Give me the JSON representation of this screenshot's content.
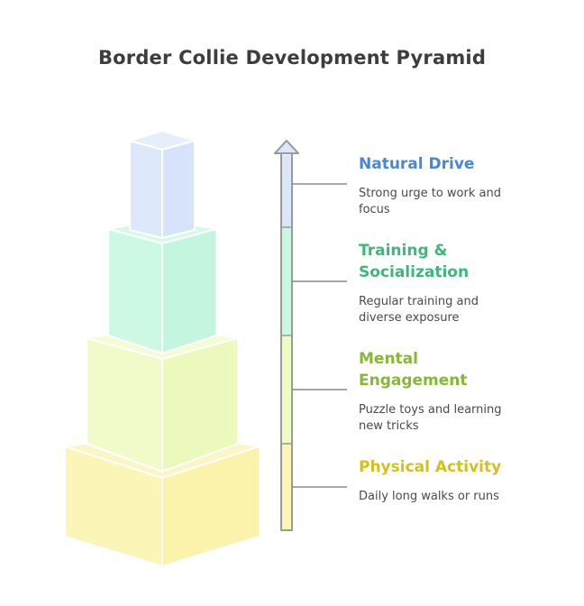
{
  "title": "Border Collie Development Pyramid",
  "levels": [
    {
      "title": "Natural Drive",
      "description": "Strong urge to work and focus",
      "color": "#4a86d8",
      "fill": "#dbe6fb"
    },
    {
      "title": "Training & Socialization",
      "description": "Regular training and diverse exposure",
      "color": "#3cb878",
      "fill": "#c9f7e2"
    },
    {
      "title": "Mental Engagement",
      "description": "Puzzle toys and learning new tricks",
      "color": "#86b836",
      "fill": "#eefbc4"
    },
    {
      "title": "Physical Activity",
      "description": "Daily long walks or runs",
      "color": "#d4c01c",
      "fill": "#fbf4b4"
    }
  ]
}
